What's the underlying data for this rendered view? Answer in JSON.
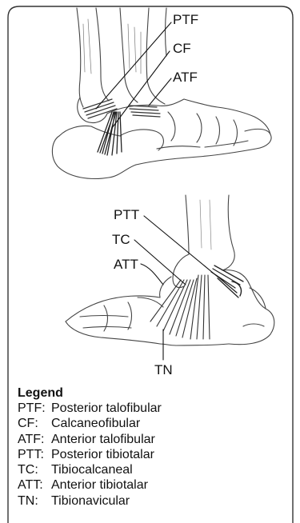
{
  "callouts": {
    "ptf": "PTF",
    "cf": "CF",
    "atf": "ATF",
    "ptt": "PTT",
    "tc": "TC",
    "att": "ATT",
    "tn": "TN"
  },
  "legend": {
    "title": "Legend",
    "items": [
      {
        "abbr": "PTF:",
        "desc": "Posterior talofibular"
      },
      {
        "abbr": "CF:",
        "desc": "Calcaneofibular"
      },
      {
        "abbr": "ATF:",
        "desc": "Anterior talofibular"
      },
      {
        "abbr": "PTT:",
        "desc": "Posterior tibiotalar"
      },
      {
        "abbr": "TC:",
        "desc": "Tibiocalcaneal"
      },
      {
        "abbr": "ATT:",
        "desc": "Anterior tibiotalar"
      },
      {
        "abbr": "TN:",
        "desc": "Tibionavicular"
      }
    ]
  }
}
